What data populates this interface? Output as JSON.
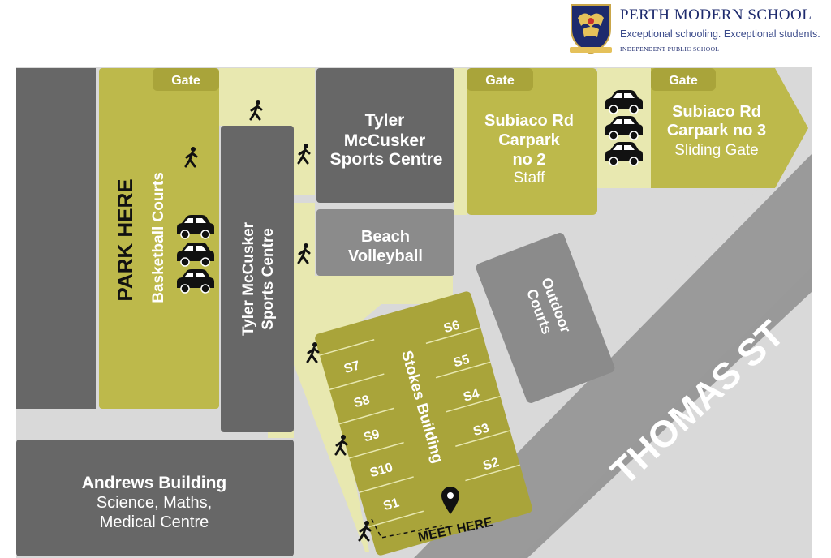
{
  "header": {
    "school_name": "PERTH MODERN SCHOOL",
    "tagline": "Exceptional schooling. Exceptional students.",
    "subtitle": "INDEPENDENT PUBLIC SCHOOL",
    "crest_icon": "school-crest-icon"
  },
  "colors": {
    "background": "#d9d9d9",
    "building_dark": "#676767",
    "building_mid": "#8b8b8b",
    "olive": "#bdb94b",
    "olive_dark": "#a9a43a",
    "path": "#e8e8b0",
    "road": "#999999",
    "text_light": "#ffffff"
  },
  "gates": {
    "gate1": "Gate",
    "gate2": "Gate",
    "gate3": "Gate"
  },
  "labels": {
    "park_here": "PARK HERE",
    "basketball_courts": "Basketball Courts",
    "tyler_vertical_1": "Tyler McCusker",
    "tyler_vertical_2": "Sports Centre",
    "tyler_top_1": "Tyler",
    "tyler_top_2": "McCusker",
    "tyler_top_3": "Sports Centre",
    "beach_1": "Beach",
    "beach_2": "Volleyball",
    "carpark2_1": "Subiaco Rd",
    "carpark2_2": "Carpark",
    "carpark2_3": "no 2",
    "carpark2_4": "Staff",
    "carpark3_1": "Subiaco Rd",
    "carpark3_2": "Carpark no 3",
    "carpark3_3": "Sliding Gate",
    "outdoor_1": "Outdoor",
    "outdoor_2": "Courts",
    "stokes": "Stokes Building",
    "thomas_st": "THOMAS ST",
    "andrews_1": "Andrews Building",
    "andrews_2": "Science, Maths,",
    "andrews_3": "Medical Centre",
    "meet_here": "MEET HERE"
  },
  "rooms": {
    "s1": "S1",
    "s2": "S2",
    "s3": "S3",
    "s4": "S4",
    "s5": "S5",
    "s6": "S6",
    "s7": "S7",
    "s8": "S8",
    "s9": "S9",
    "s10": "S10"
  },
  "icons": {
    "car": "car-icon",
    "pedestrian": "pedestrian-icon",
    "location_pin": "location-pin-icon"
  }
}
